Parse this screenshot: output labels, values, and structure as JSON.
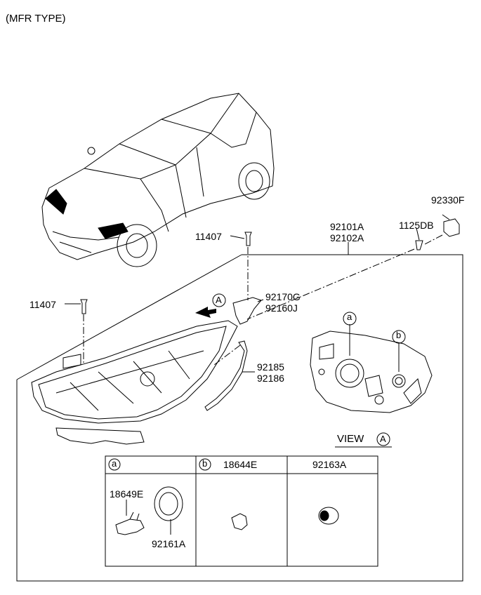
{
  "header": {
    "note": "(MFR TYPE)"
  },
  "parts": {
    "bolt_upper": "11407",
    "bolt_left": "11407",
    "assembly_line1": "92101A",
    "assembly_line2": "92102A",
    "screw": "1125DB",
    "connector": "92330F",
    "bracket_line1": "92170G",
    "bracket_line2": "92160J",
    "seal_line1": "92185",
    "seal_line2": "92186"
  },
  "view": {
    "label": "VIEW",
    "marker": "A"
  },
  "callouts": {
    "a": "a",
    "b": "b",
    "arrow_marker": "A"
  },
  "table": {
    "col_a_marker": "a",
    "col_b_marker": "b",
    "col_b_part": "18644E",
    "col_c_part": "92163A",
    "bulb_part": "18649E",
    "socket_part": "92161A"
  }
}
